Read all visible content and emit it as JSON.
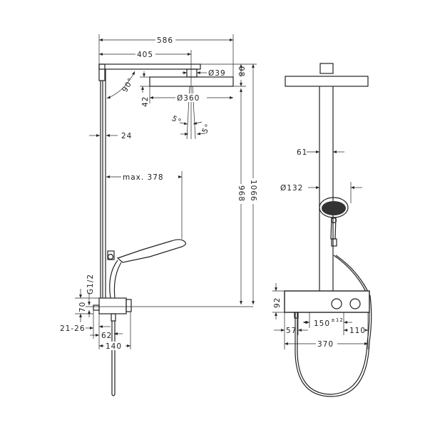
{
  "side_view": {
    "dims": {
      "width_total": "586",
      "arm_reach": "405",
      "connector_diameter": "Ø39",
      "head_height": "98",
      "angle": "90°",
      "head_offset": "42",
      "head_diameter": "Ø360",
      "tilt_left": "5°",
      "tilt_right": "5°",
      "rail_width": "24",
      "shower_reach": "max. 378",
      "height_head": "968",
      "height_total": "1066",
      "thread": "G1/2",
      "inlet_height": "70",
      "wall_range": "21-26",
      "inlet_offset": "62",
      "mixer_depth": "140"
    }
  },
  "front_view": {
    "dims": {
      "column_width": "61",
      "handshower_diameter": "Ø132",
      "mixer_height": "92",
      "inlet_spacing": "150",
      "inlet_tolerance": "±12",
      "left_offset": "57",
      "right_offset": "110",
      "mixer_width": "370"
    }
  }
}
